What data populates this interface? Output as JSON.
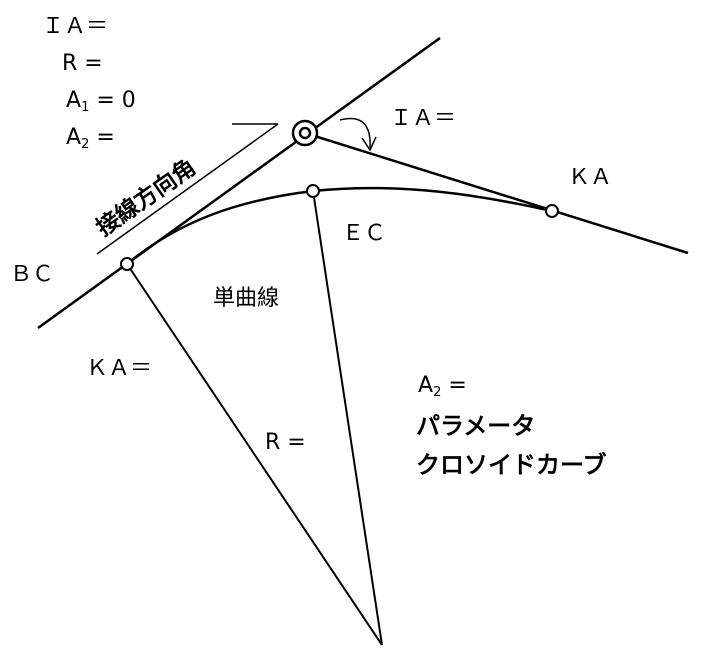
{
  "labels": {
    "ia_top": "ＩＡ＝",
    "r_top": "R =",
    "a1_letter": "A",
    "a1_sub": "1",
    "a1_value": " = 0",
    "a2_letter": "A",
    "a2_sub": "2",
    "a2_value": " =",
    "ia_arc": "ＩＡ＝",
    "tangent_angle": "接線方向角",
    "ka_point": "ＫＡ",
    "ec": "ＥＣ",
    "bc": "ＢＣ",
    "simple_curve": "単曲線",
    "ka_eq": "ＫＡ＝",
    "r_eq": "R =",
    "a2b_letter": "A",
    "a2b_sub": "2",
    "a2b_value": " =",
    "parameter": "パラメータ",
    "clothoid": "クロソイドカーブ"
  },
  "colors": {
    "stroke": "#000000",
    "background": "#ffffff"
  }
}
